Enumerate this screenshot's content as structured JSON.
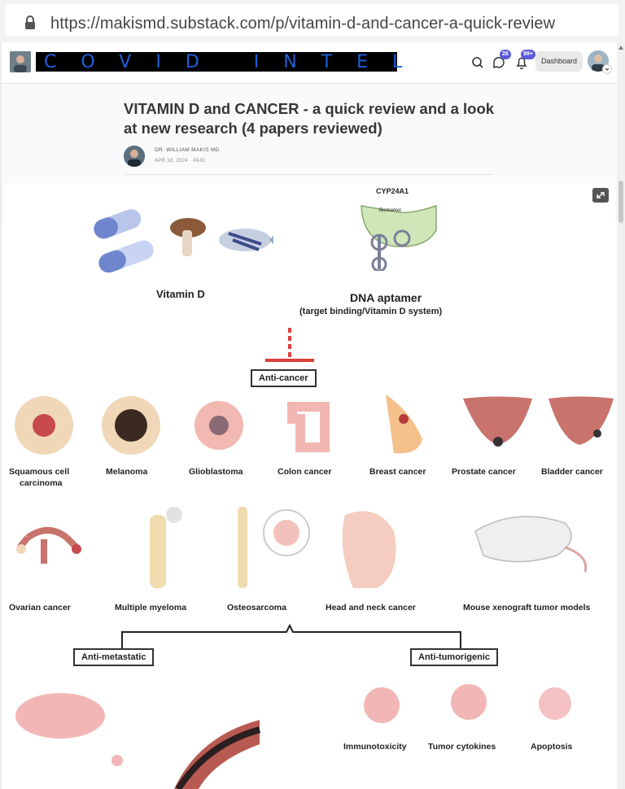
{
  "browser": {
    "url": "https://makismd.substack.com/p/vitamin-d-and-cancer-a-quick-review"
  },
  "nav": {
    "publication_logo_text": "COVID INTEL",
    "chat_badge": "26",
    "notification_badge": "99+",
    "dashboard_label": "Dashboard"
  },
  "post": {
    "title": "VITAMIN D and CANCER - a quick review and a look at new research (4 papers reviewed)",
    "author": "DR. WILLIAM MAKIS MD",
    "date_line": "APR 18, 2024 · PAID"
  },
  "figure": {
    "cyp_label": "CYP24A1",
    "biomarker_label": "Biomarker",
    "vitamin_d_label": "Vitamin D",
    "aptamer_label": "DNA aptamer",
    "aptamer_sub": "(target binding/Vitamin D system)",
    "anti_cancer": "Anti-cancer",
    "row1": [
      {
        "label": "Squamous cell",
        "label2": "carcinoma"
      },
      {
        "label": "Melanoma"
      },
      {
        "label": "Glioblastoma"
      },
      {
        "label": "Colon cancer"
      },
      {
        "label": "Breast cancer"
      },
      {
        "label": "Prostate cancer"
      },
      {
        "label": "Bladder cancer"
      }
    ],
    "row2": [
      {
        "label": "Ovarian cancer"
      },
      {
        "label": "Multiple myeloma"
      },
      {
        "label": "Osteosarcoma"
      },
      {
        "label": "Head and neck cancer"
      },
      {
        "label": "Mouse xenograft tumor models"
      }
    ],
    "anti_metastatic": "Anti-metastatic",
    "anti_tumorigenic": "Anti-tumorigenic",
    "bottom": [
      {
        "label": "Immunotoxicity"
      },
      {
        "label": "Tumor cytokines"
      },
      {
        "label": "Apoptosis"
      }
    ]
  }
}
